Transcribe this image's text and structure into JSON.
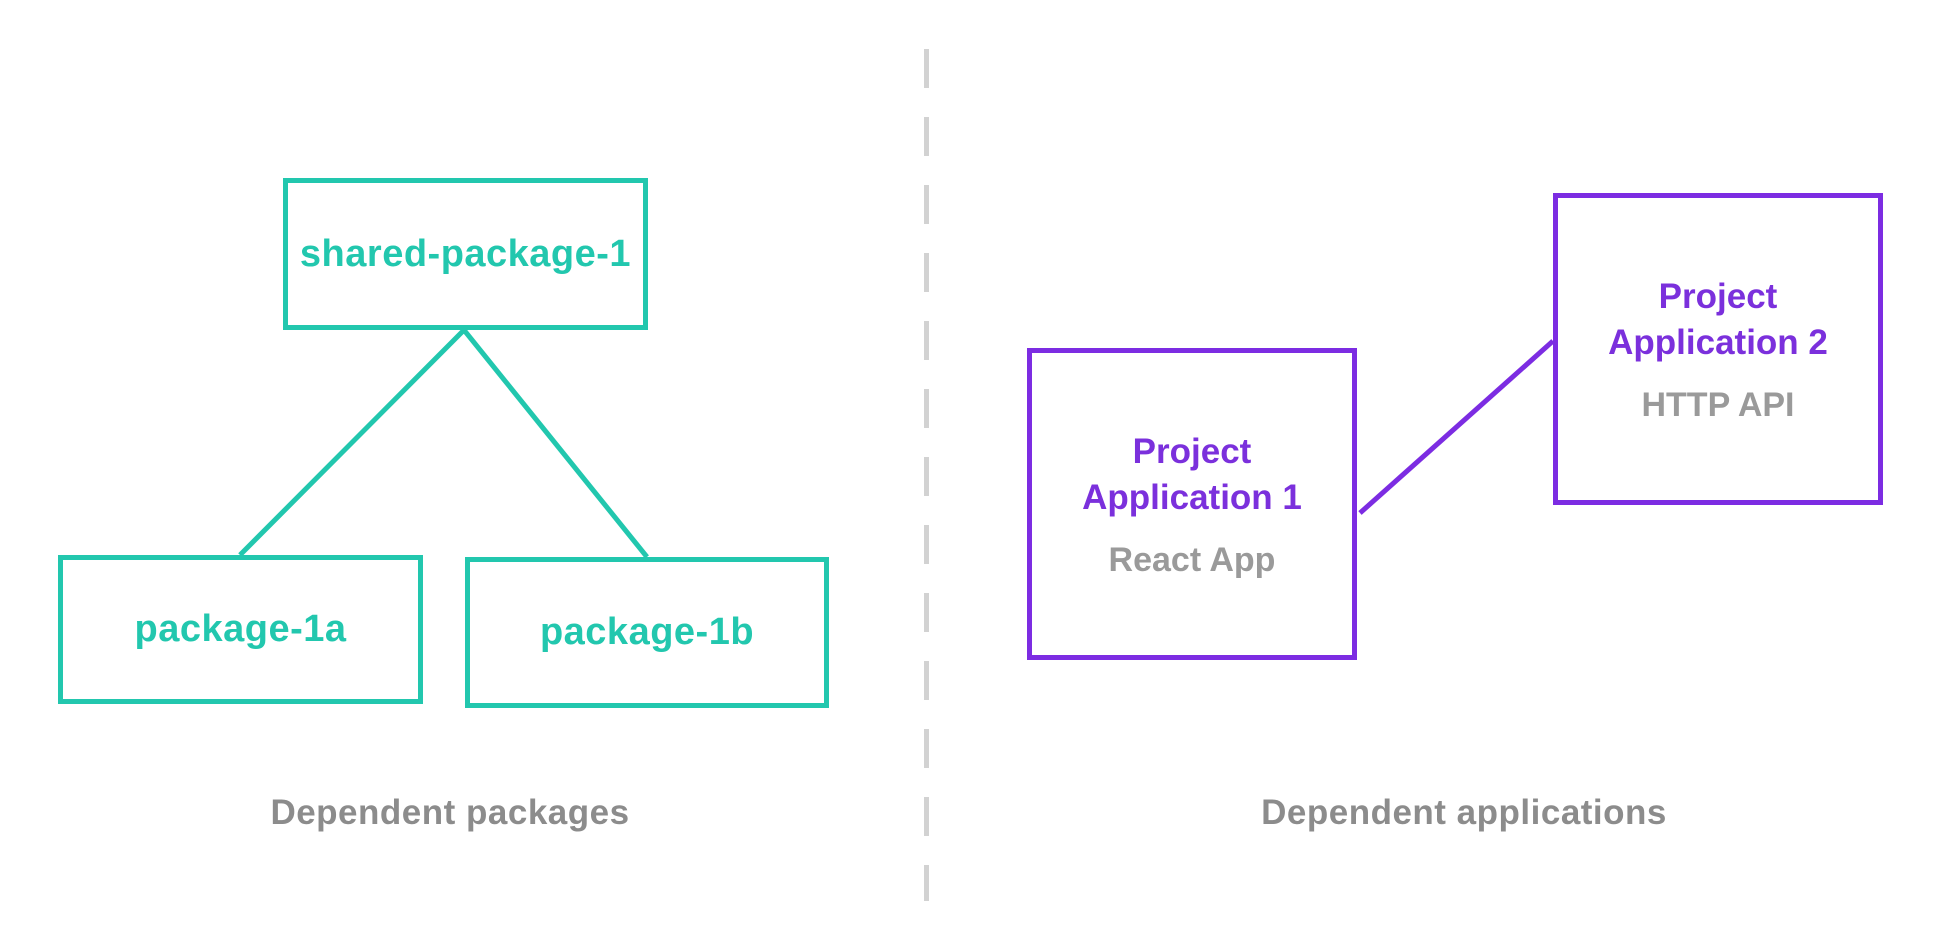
{
  "colors": {
    "background": "#ffffff",
    "teal": "#22c7ae",
    "purpleBorder": "#7c2ce2",
    "purpleText": "#7b30dc",
    "grayCaption": "#8c8c8c",
    "graySubtitle": "#9a9a9a",
    "divider": "#d2d2d2"
  },
  "left_panel": {
    "caption": "Dependent packages",
    "root": {
      "label": "shared-package-1"
    },
    "children": [
      {
        "label": "package-1a"
      },
      {
        "label": "package-1b"
      }
    ]
  },
  "right_panel": {
    "caption": "Dependent applications",
    "apps": [
      {
        "line1": "Project",
        "line2": "Application 1",
        "subtitle": "React App"
      },
      {
        "line1": "Project",
        "line2": "Application 2",
        "subtitle": "HTTP API"
      }
    ]
  }
}
